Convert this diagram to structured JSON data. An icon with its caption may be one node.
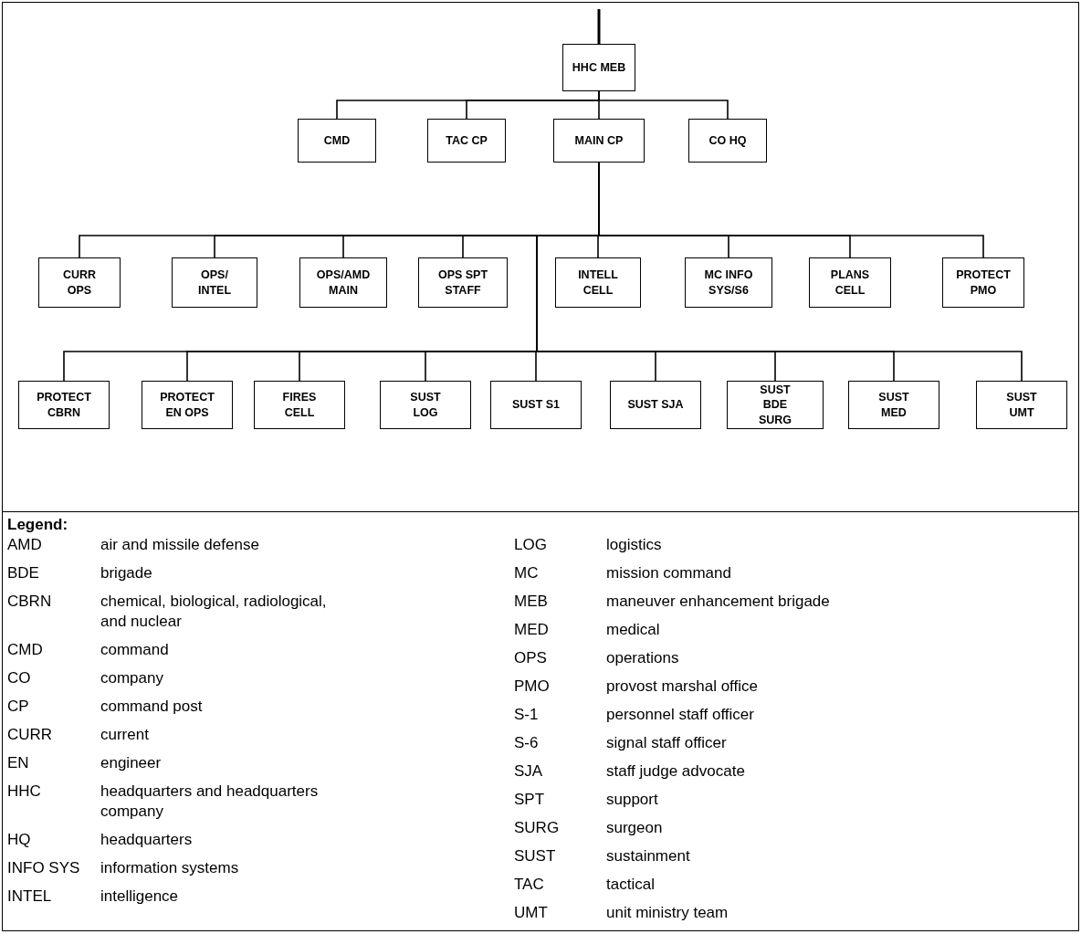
{
  "diagram": {
    "nodes": [
      {
        "text": [
          "HHC MEB"
        ]
      },
      {
        "text": [
          "CMD"
        ]
      },
      {
        "text": [
          "TAC CP"
        ]
      },
      {
        "text": [
          "MAIN CP"
        ]
      },
      {
        "text": [
          "CO HQ"
        ]
      },
      {
        "text": [
          "CURR OPS"
        ]
      },
      {
        "text": [
          "OPS/ INTEL"
        ]
      },
      {
        "text": [
          "OPS/AMD MAIN"
        ]
      },
      {
        "text": [
          "OPS SPT STAFF"
        ]
      },
      {
        "text": [
          "INTELL CELL"
        ]
      },
      {
        "text": [
          "MC INFO SYS/S6"
        ]
      },
      {
        "text": [
          "PLANS CELL"
        ]
      },
      {
        "text": [
          "PROTECT PMO"
        ]
      },
      {
        "text": [
          "PROTECT CBRN"
        ]
      },
      {
        "text": [
          "PROTECT EN OPS"
        ]
      },
      {
        "text": [
          "FIRES CELL"
        ]
      },
      {
        "text": [
          "SUST LOG"
        ]
      },
      {
        "text": [
          "SUST S1"
        ]
      },
      {
        "text": [
          "SUST SJA"
        ]
      },
      {
        "text": [
          "SUST BDE SURG"
        ]
      },
      {
        "text": [
          "SUST MED"
        ]
      },
      {
        "text": [
          "SUST UMT"
        ]
      }
    ],
    "edges": [
      {
        "from": null,
        "to": 0,
        "arrow": "none"
      },
      {
        "from": 0,
        "to": 1,
        "arrow": "none"
      },
      {
        "from": 0,
        "to": 2,
        "arrow": "none"
      },
      {
        "from": 0,
        "to": 3,
        "arrow": "none"
      },
      {
        "from": 0,
        "to": 4,
        "arrow": "none"
      },
      {
        "from": 3,
        "to": 5,
        "arrow": "none"
      },
      {
        "from": 3,
        "to": 6,
        "arrow": "none"
      },
      {
        "from": 3,
        "to": 7,
        "arrow": "none"
      },
      {
        "from": 3,
        "to": 8,
        "arrow": "none"
      },
      {
        "from": 3,
        "to": 9,
        "arrow": "none"
      },
      {
        "from": 3,
        "to": 10,
        "arrow": "none"
      },
      {
        "from": 3,
        "to": 11,
        "arrow": "none"
      },
      {
        "from": 3,
        "to": 12,
        "arrow": "none"
      },
      {
        "from": 3,
        "to": 13,
        "arrow": "none"
      },
      {
        "from": 3,
        "to": 14,
        "arrow": "none"
      },
      {
        "from": 3,
        "to": 15,
        "arrow": "none"
      },
      {
        "from": 3,
        "to": 16,
        "arrow": "none"
      },
      {
        "from": 3,
        "to": 17,
        "arrow": "none"
      },
      {
        "from": 3,
        "to": 18,
        "arrow": "none"
      },
      {
        "from": 3,
        "to": 19,
        "arrow": "none"
      },
      {
        "from": 3,
        "to": 20,
        "arrow": "none"
      },
      {
        "from": 3,
        "to": 21,
        "arrow": "none"
      }
    ],
    "labels": [
      "Legend:",
      "AMD",
      "air and missile defense",
      "BDE",
      "brigade",
      "CBRN",
      "chemical, biological, radiological, and nuclear",
      "CMD",
      "command",
      "CO",
      "company",
      "CP",
      "command post",
      "CURR",
      "current",
      "EN",
      "engineer",
      "HHC",
      "headquarters and headquarters company",
      "HQ",
      "headquarters",
      "INFO SYS",
      "information systems",
      "INTEL",
      "intelligence",
      "LOG",
      "logistics",
      "MC",
      "mission command",
      "MEB",
      "maneuver enhancement brigade",
      "MED",
      "medical",
      "OPS",
      "operations",
      "PMO",
      "provost marshal office",
      "S-1",
      "personnel staff officer",
      "S-6",
      "signal staff officer",
      "SJA",
      "staff judge advocate",
      "SPT",
      "support",
      "SURG",
      "surgeon",
      "SUST",
      "sustainment",
      "TAC",
      "tactical",
      "UMT",
      "unit ministry team"
    ]
  }
}
